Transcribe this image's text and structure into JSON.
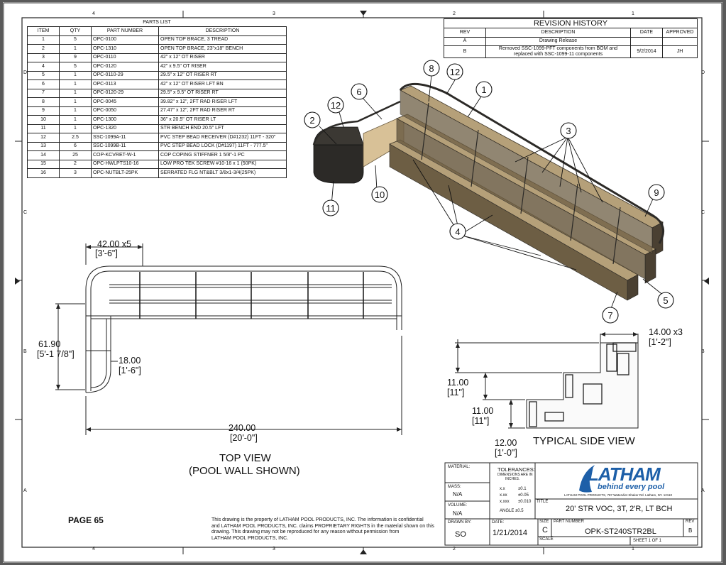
{
  "zone_labels": {
    "top": [
      "4",
      "3",
      "2",
      "1"
    ],
    "left": [
      "D",
      "C",
      "B",
      "A"
    ],
    "right": [
      "D",
      "C",
      "B",
      "A"
    ],
    "bottom": [
      "4",
      "3",
      "2",
      "1"
    ]
  },
  "parts_list": {
    "title": "PARTS LIST",
    "headers": [
      "ITEM",
      "QTY",
      "PART NUMBER",
      "DESCRIPTION"
    ],
    "rows": [
      [
        "1",
        "5",
        "OPC-0100",
        "OPEN TOP BRACE, 3 TREAD"
      ],
      [
        "2",
        "1",
        "OPC-1310",
        "OPEN TOP BRACE, 23\"x18\" BENCH"
      ],
      [
        "3",
        "9",
        "OPC-0110",
        "42\" x 12\" OT RISER"
      ],
      [
        "4",
        "5",
        "OPC-0120",
        "42\" x 9.5\" OT RISER"
      ],
      [
        "5",
        "1",
        "OPC-0110-29",
        "29.5\" x 12\" OT RISER RT"
      ],
      [
        "6",
        "1",
        "OPC-0113",
        "42\" x 12\" OT RISER LFT BN"
      ],
      [
        "7",
        "1",
        "OPC-0120-29",
        "29.5\" x 9.5\" OT RISER RT"
      ],
      [
        "8",
        "1",
        "OPC-0045",
        "39.82\" x 12\", 2FT RAD RISER LFT"
      ],
      [
        "9",
        "1",
        "OPC-0050",
        "27.47\" x 12\", 2FT RAD RISER RT"
      ],
      [
        "10",
        "1",
        "OPC-1300",
        "36\" x 20.5\" OT RISER LT"
      ],
      [
        "11",
        "1",
        "OPC-1320",
        "STR BENCH END 20.5\" LFT"
      ],
      [
        "12",
        "2.5",
        "SSC-1099A-11",
        "PVC STEP BEAD RECEIVER (D#1232) 11FT - 320\""
      ],
      [
        "13",
        "6",
        "SSC-1099B-11",
        "PVC STEP BEAD LOCK (D#1197) 11FT - 777.5\""
      ],
      [
        "14",
        "25",
        "COP-KCVRET-W-1",
        "COP COPING STIFFNER 1 5/8\"-1 PC"
      ],
      [
        "15",
        "2",
        "OPC-HWLPTS10-16",
        "LOW PRO TEK SCREW #10-16 x 1 (50PK)"
      ],
      [
        "16",
        "3",
        "OPC-NUTBLT-25PK",
        "SERRATED FLG NT&BLT 3/8x1-3/4(25PK)"
      ]
    ]
  },
  "revision_history": {
    "title": "REVISION HISTORY",
    "headers": [
      "REV",
      "DESCRIPTION",
      "DATE",
      "APPROVED"
    ],
    "rows": [
      {
        "rev": "A",
        "desc1": "Drawing Release",
        "desc2": "",
        "date": "",
        "approved": ""
      },
      {
        "rev": "B",
        "desc1": "Removed SSC-1099-PFT components from BOM and",
        "desc2": "replaced with SSC-1099-11 components",
        "date": "9/2/2014",
        "approved": "JH"
      }
    ]
  },
  "iso_balloons": [
    "8",
    "12",
    "1",
    "6",
    "12",
    "2",
    "3",
    "9",
    "4",
    "10",
    "11",
    "5",
    "7"
  ],
  "top_view": {
    "dim_width": "42.00 x5",
    "dim_width_ft": "[3'-6\"]",
    "dim_height": "61.90",
    "dim_height_ft": "[5'-1 7/8\"]",
    "dim_bench": "18.00",
    "dim_bench_ft": "[1'-6\"]",
    "dim_length": "240.00",
    "dim_length_ft": "[20'-0\"]",
    "caption1": "TOP VIEW",
    "caption2": "(POOL WALL SHOWN)"
  },
  "side_view": {
    "dim_tread": "14.00 x3",
    "dim_tread_ft": "[1'-2\"]",
    "dim_riser1": "11.00",
    "dim_riser1_ft": "[11\"]",
    "dim_riser2": "11.00",
    "dim_riser2_ft": "[11\"]",
    "dim_riser3": "12.00",
    "dim_riser3_ft": "[1'-0\"]",
    "caption": "TYPICAL SIDE VIEW"
  },
  "page_label": "PAGE 65",
  "disclaimer": [
    "This drawing is the property of LATHAM POOL PRODUCTS, INC. The information is confidential",
    "and LATHAM POOL PRODUCTS, INC. claims PROPRIETARY RIGHTS in the material shown on this",
    "drawing. This drawing may not be reproduced for any reason without permission from",
    "LATHAM POOL PRODUCTS, INC."
  ],
  "title_block": {
    "material_label": "MATERIAL:",
    "mass_label": "MASS:",
    "mass_value": "N/A",
    "volume_label": "VOLUME:",
    "volume_value": "N/A",
    "drawn_label": "DRAWN BY:",
    "drawn_value": "SO",
    "date_label": "DATE:",
    "date_value": "1/21/2014",
    "tol_title": "TOLERANCES:",
    "tol_sub1": "DIMENSIONS ARE IN",
    "tol_sub2": "INCHES.",
    "tol_rows": [
      [
        "x.x",
        "±0.1"
      ],
      [
        "x.xx",
        "±0.05"
      ],
      [
        "x.xxx",
        "±0.010"
      ]
    ],
    "tol_angle": "ANGLE  ±0.5",
    "logo_text": "LATHAM",
    "logo_tagline": "behind every pool",
    "address": "LATHAM POOL PRODUCTS, 787 Watervliet Shaker Rd. Latham, NY. 12110",
    "title_label": "TITLE",
    "title_value": "20' STR VOC, 3T, 2'R, LT BCH",
    "size_label": "SIZE",
    "size_value": "C",
    "partno_label": "PART NUMBER",
    "partno_value": "OPK-ST240STR2BL",
    "rev_label": "REV",
    "rev_value": "B",
    "scale_label": "SCALE",
    "sheet_text": "SHEET 1  OF 1"
  },
  "colors": {
    "frame": "#1a1a1a",
    "beam_top": "#b5a079",
    "beam_side": "#6d5e44",
    "beam_dark": "#2c2a27",
    "panel_tan": "#d8c197",
    "logo_blue": "#1d5fa8"
  }
}
